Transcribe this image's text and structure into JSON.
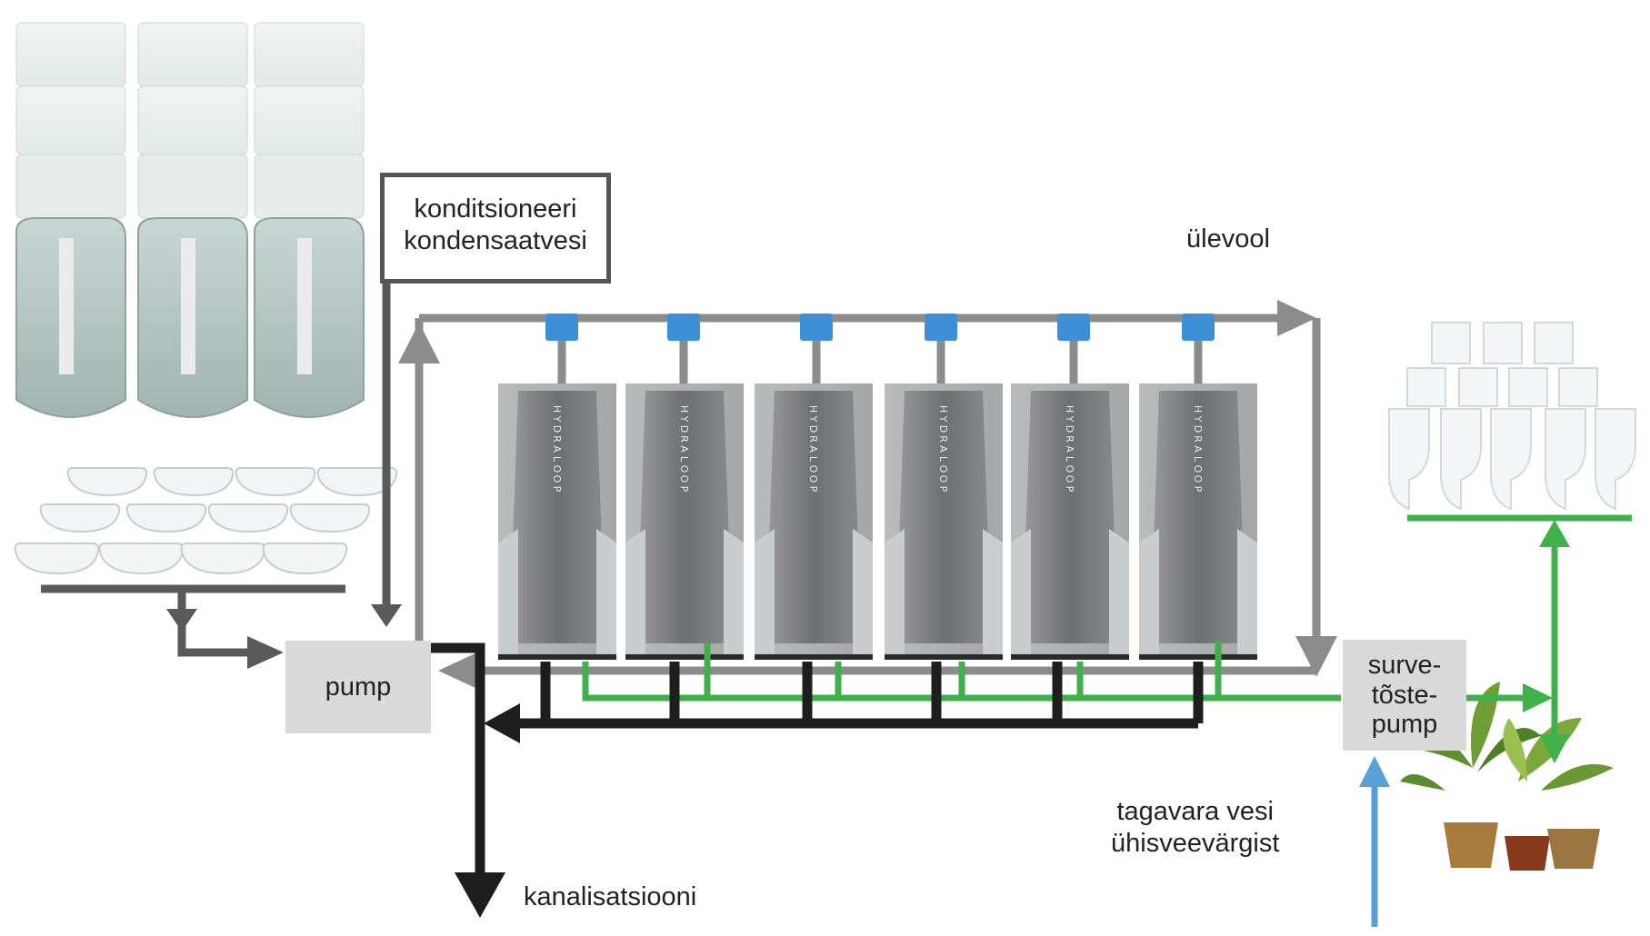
{
  "labels": {
    "condensate": [
      "konditsioneeri",
      "kondensaatvesi"
    ],
    "overflow": "ülevool",
    "pump": "pump",
    "booster_pump": [
      "surve-",
      "tõste-",
      "pump"
    ],
    "backup_water": [
      "tagavara vesi",
      "ühisveevärgist"
    ],
    "sewer": "kanalisatsiooni"
  },
  "unit_brand": "HYDRALOOP",
  "unit_count": 6,
  "colors": {
    "greywater": "#8c8c8c",
    "blackwater": "#1e1e1e",
    "treated": "#3fb04a",
    "mains": "#5aa0d8",
    "connector": "#3f8fd6",
    "pump_box": "#d9d9d9"
  },
  "icons": [
    "shower-cabin-icon",
    "washbasin-icon",
    "toilet-icon",
    "plant-icon"
  ]
}
